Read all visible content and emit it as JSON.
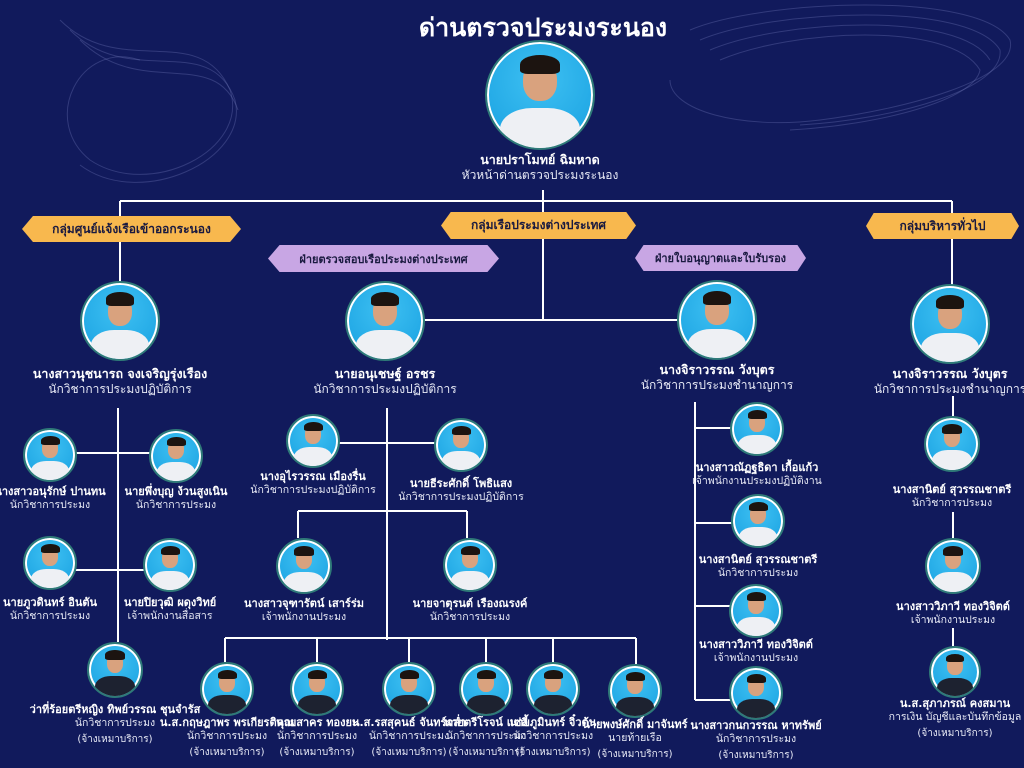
{
  "title": "ด่านตรวจประมงระนอง",
  "groups": {
    "left": "กลุ่มศูนย์แจ้งเรือเข้าออกระนอง",
    "middle": "กลุ่มเรือประมงต่างประเทศ",
    "right": "กลุ่มบริหารทั่วไป",
    "sub_inspect": "ฝ่ายตรวจสอบเรือประมงต่างประเทศ",
    "sub_license": "ฝ่ายใบอนุญาตและใบรับรอง"
  },
  "people": {
    "head": {
      "name": "นายปราโมทย์ ฉิมหาด",
      "title": "หัวหน้าด่านตรวจประมงระนอง"
    },
    "left_lead": {
      "name": "นางสาวนุชนารถ จงเจริญรุ่งเรือง",
      "title": "นักวิชาการประมงปฏิบัติการ"
    },
    "mid_lead": {
      "name": "นายอนุเชษฐ์ อรชร",
      "title": "นักวิชาการประมงปฏิบัติการ"
    },
    "lic_lead": {
      "name": "นางจิราวรรณ วังบุตร",
      "title": "นักวิชาการประมงชำนาญการ"
    },
    "adm_lead": {
      "name": "นางจิราวรรณ วังบุตร",
      "title": "นักวิชาการประมงชำนาญการ"
    },
    "anurak": {
      "name": "นางสาวอนุรักษ์ ปานทน",
      "title": "นักวิชาการประมง"
    },
    "phuengboon": {
      "name": "นายพึ่งบุญ ง้วนสูงเนิน",
      "title": "นักวิชาการประมง"
    },
    "phuwadin": {
      "name": "นายภูวดินทร์ อินตัน",
      "title": "นักวิชาการประมง"
    },
    "piyawut": {
      "name": "นายปิยวุฒิ ผดุงวิทย์",
      "title": "เจ้าพนักงานสื่อสาร"
    },
    "thippawan": {
      "name": "ว่าที่ร้อยตรีหญิง ทิพย์วรรณ ชุนจำรัส",
      "title": "นักวิชาการประมง",
      "note": "(จ้างเหมาบริการ)"
    },
    "urai": {
      "name": "นางอุไรวรรณ เมืองรื่น",
      "title": "นักวิชาการประมงปฏิบัติการ"
    },
    "thirasak": {
      "name": "นายธีระศักดิ์ โพธิแสง",
      "title": "นักวิชาการประมงปฏิบัติการ"
    },
    "jutharat": {
      "name": "นางสาวจุฑารัตน์ เสาร์ร่ม",
      "title": "เจ้าพนักงานประมง"
    },
    "jaturon": {
      "name": "นายจาตุรนต์ เรืองณรงค์",
      "title": "นักวิชาการประมง"
    },
    "kritsaphat": {
      "name": "น.ส.กฤษฎาพร พรเกียรติคุณ",
      "title": "นักวิชาการประมง",
      "note": "(จ้างเหมาบริการ)"
    },
    "sakhon": {
      "name": "นายสาคร ทองยะ",
      "title": "นักวิชาการประมง",
      "note": "(จ้างเหมาบริการ)"
    },
    "rossukon": {
      "name": "น.ส.รสสุคนธ์ จันทร์กล่ำ",
      "title": "นักวิชาการประมง",
      "note": "(จ้างเหมาบริการ)"
    },
    "tiro": {
      "name": "นายตรีโรจน์ แซ่ลี้",
      "title": "นักวิชาการประมง",
      "note": "(จ้างเหมาบริการ)"
    },
    "phumin": {
      "name": "นายภูมินทร์ จิ๋วต้น",
      "title": "นักวิชาการประมง",
      "note": "(จ้างเหมาบริการ)"
    },
    "phongsak": {
      "name": "นายพงษ์ศักดิ์ มาจันทร์",
      "title": "นายท้ายเรือ",
      "note": "(จ้างเหมาบริการ)"
    },
    "nattida": {
      "name": "นางสาวณัฏฐธิดา เกื้อแก้ว",
      "title": "เจ้าพนักงานประมงปฏิบัติงาน"
    },
    "sanit": {
      "name": "นางสานิตย์ สุวรรณชาตรี",
      "title": "นักวิชาการประมง"
    },
    "wipawee": {
      "name": "นางสาววิภาวี ทองวิจิตต์",
      "title": "เจ้าพนักงานประมง"
    },
    "kanok": {
      "name": "นางสาวกนกวรรณ หาทรัพย์",
      "title": "นักวิชาการประมง",
      "note": "(จ้างเหมาบริการ)"
    },
    "sanit2": {
      "name": "นางสานิตย์ สุวรรณชาตรี",
      "title": "นักวิชาการประมง"
    },
    "wipawee2": {
      "name": "นางสาววิภาวี ทองวิจิตต์",
      "title": "เจ้าพนักงานประมง"
    },
    "supaporn": {
      "name": "น.ส.สุภาภรณ์ คงสมาน",
      "title": "การเงิน บัญชีและบันทึกข้อมูล",
      "note": "(จ้างเหมาบริการ)"
    }
  }
}
